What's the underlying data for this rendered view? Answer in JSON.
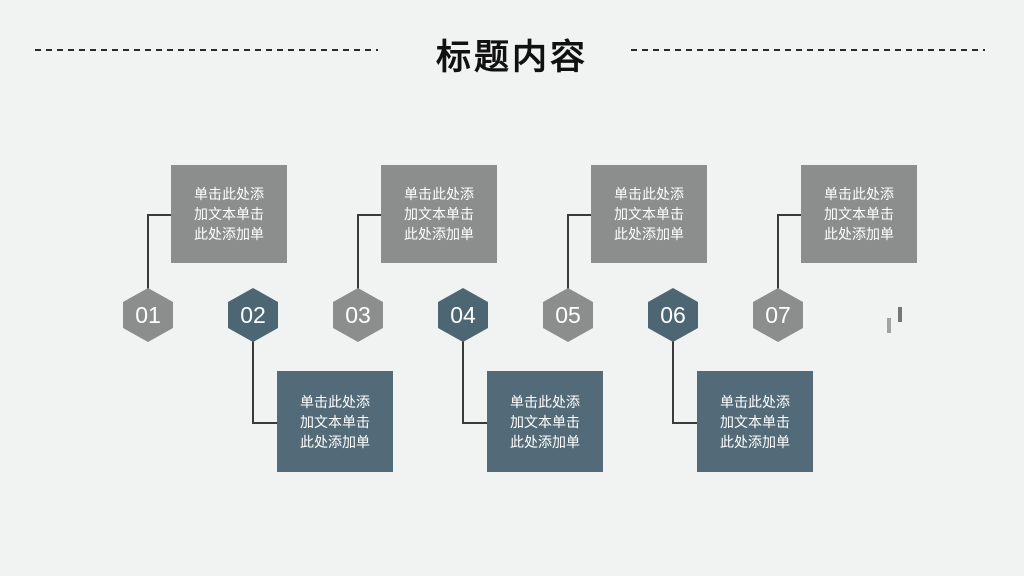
{
  "title": "标题内容",
  "colors": {
    "background": "#f1f2f2",
    "gray": "#8b8e8c",
    "slate": "#4d6673",
    "slate_box": "#536b78",
    "connector": "#3a3a3a",
    "dash": "#2a2a2a",
    "title_text": "#111111",
    "text_on_shape": "#ffffff"
  },
  "steps": [
    {
      "number": "01",
      "variant": "gray",
      "box_position": "top",
      "text_lines": [
        "单击此处添",
        "加文本单击",
        "此处添加单"
      ]
    },
    {
      "number": "02",
      "variant": "slate",
      "box_position": "bottom",
      "text_lines": [
        "单击此处添",
        "加文本单击",
        "此处添加单"
      ]
    },
    {
      "number": "03",
      "variant": "gray",
      "box_position": "top",
      "text_lines": [
        "单击此处添",
        "加文本单击",
        "此处添加单"
      ]
    },
    {
      "number": "04",
      "variant": "slate",
      "box_position": "bottom",
      "text_lines": [
        "单击此处添",
        "加文本单击",
        "此处添加单"
      ]
    },
    {
      "number": "05",
      "variant": "gray",
      "box_position": "top",
      "text_lines": [
        "单击此处添",
        "加文本单击",
        "此处添加单"
      ]
    },
    {
      "number": "06",
      "variant": "slate",
      "box_position": "bottom",
      "text_lines": [
        "单击此处添",
        "加文本单击",
        "此处添加单"
      ]
    },
    {
      "number": "07",
      "variant": "gray",
      "box_position": "top",
      "text_lines": [
        "单击此处添",
        "加文本单击",
        "此处添加单"
      ]
    }
  ],
  "corner_icon": {
    "name": "mini-bar-chart"
  }
}
